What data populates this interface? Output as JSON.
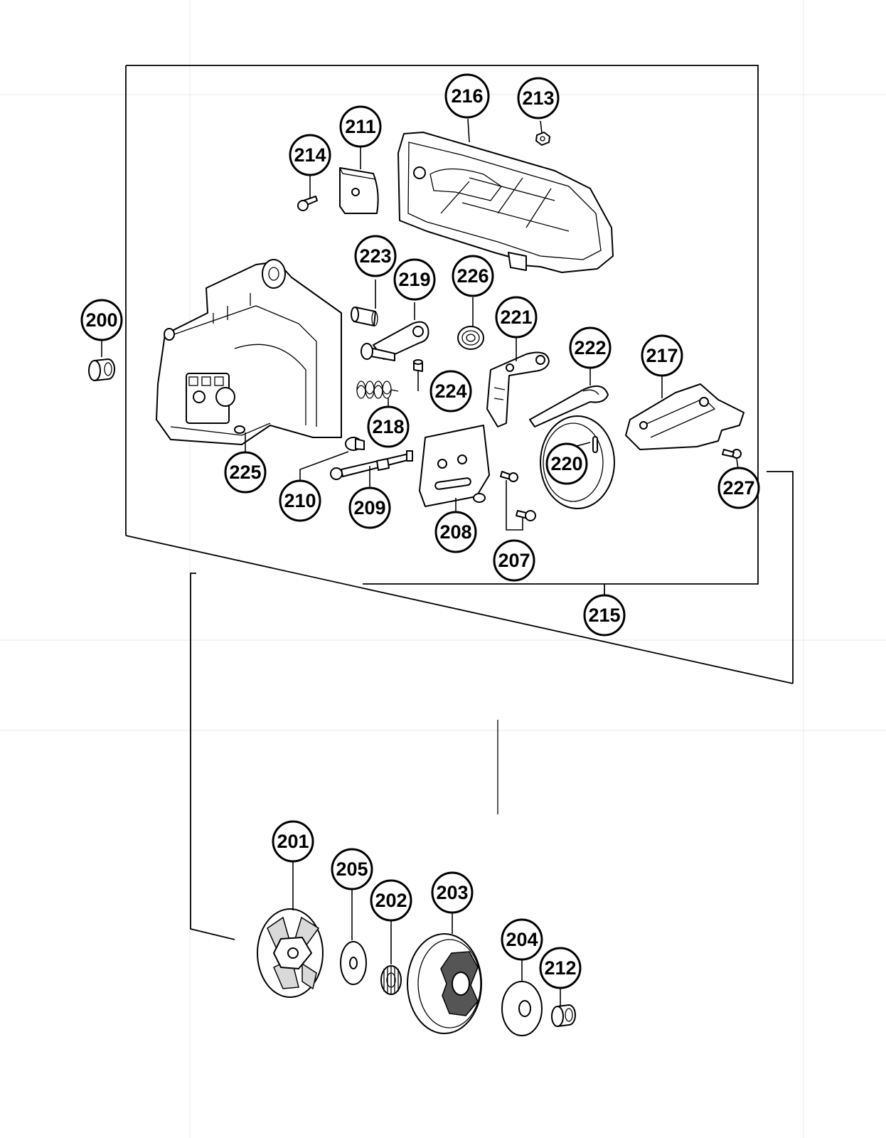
{
  "callouts": [
    {
      "id": "c200",
      "label": "200"
    },
    {
      "id": "c201",
      "label": "201"
    },
    {
      "id": "c202",
      "label": "202"
    },
    {
      "id": "c203",
      "label": "203"
    },
    {
      "id": "c204",
      "label": "204"
    },
    {
      "id": "c205",
      "label": "205"
    },
    {
      "id": "c207",
      "label": "207"
    },
    {
      "id": "c208",
      "label": "208"
    },
    {
      "id": "c209",
      "label": "209"
    },
    {
      "id": "c210",
      "label": "210"
    },
    {
      "id": "c211",
      "label": "211"
    },
    {
      "id": "c212",
      "label": "212"
    },
    {
      "id": "c213",
      "label": "213"
    },
    {
      "id": "c214",
      "label": "214"
    },
    {
      "id": "c215",
      "label": "215"
    },
    {
      "id": "c216",
      "label": "216"
    },
    {
      "id": "c217",
      "label": "217"
    },
    {
      "id": "c218",
      "label": "218"
    },
    {
      "id": "c219",
      "label": "219"
    },
    {
      "id": "c220",
      "label": "220"
    },
    {
      "id": "c221",
      "label": "221"
    },
    {
      "id": "c222",
      "label": "222"
    },
    {
      "id": "c223",
      "label": "223"
    },
    {
      "id": "c224",
      "label": "224"
    },
    {
      "id": "c225",
      "label": "225"
    },
    {
      "id": "c226",
      "label": "226"
    },
    {
      "id": "c227",
      "label": "227"
    }
  ],
  "colors": {
    "ink": "#000000",
    "paper": "#ffffff",
    "shade": "#d9d9d9"
  }
}
